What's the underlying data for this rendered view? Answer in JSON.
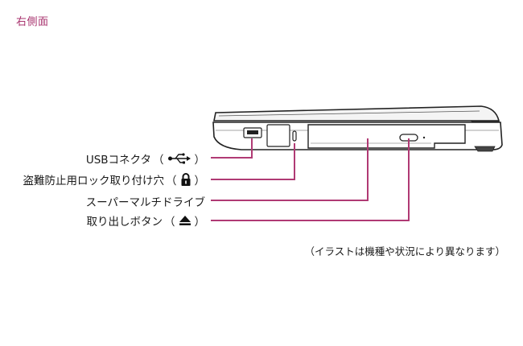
{
  "page": {
    "title": "右側面"
  },
  "callouts": [
    {
      "id": "usb",
      "label": "USBコネクタ",
      "icon": "usb-icon"
    },
    {
      "id": "lock",
      "label": "盗難防止用ロック取り付け穴",
      "icon": "lock-icon"
    },
    {
      "id": "drive",
      "label": "スーパーマルチドライブ",
      "icon": ""
    },
    {
      "id": "eject",
      "label": "取り出しボタン",
      "icon": "eject-icon"
    }
  ],
  "paren_open": "（",
  "paren_close": "）",
  "note": "（イラストは機種や状況により異なります）",
  "colors": {
    "accent": "#a8336e",
    "line": "#b03a74"
  }
}
